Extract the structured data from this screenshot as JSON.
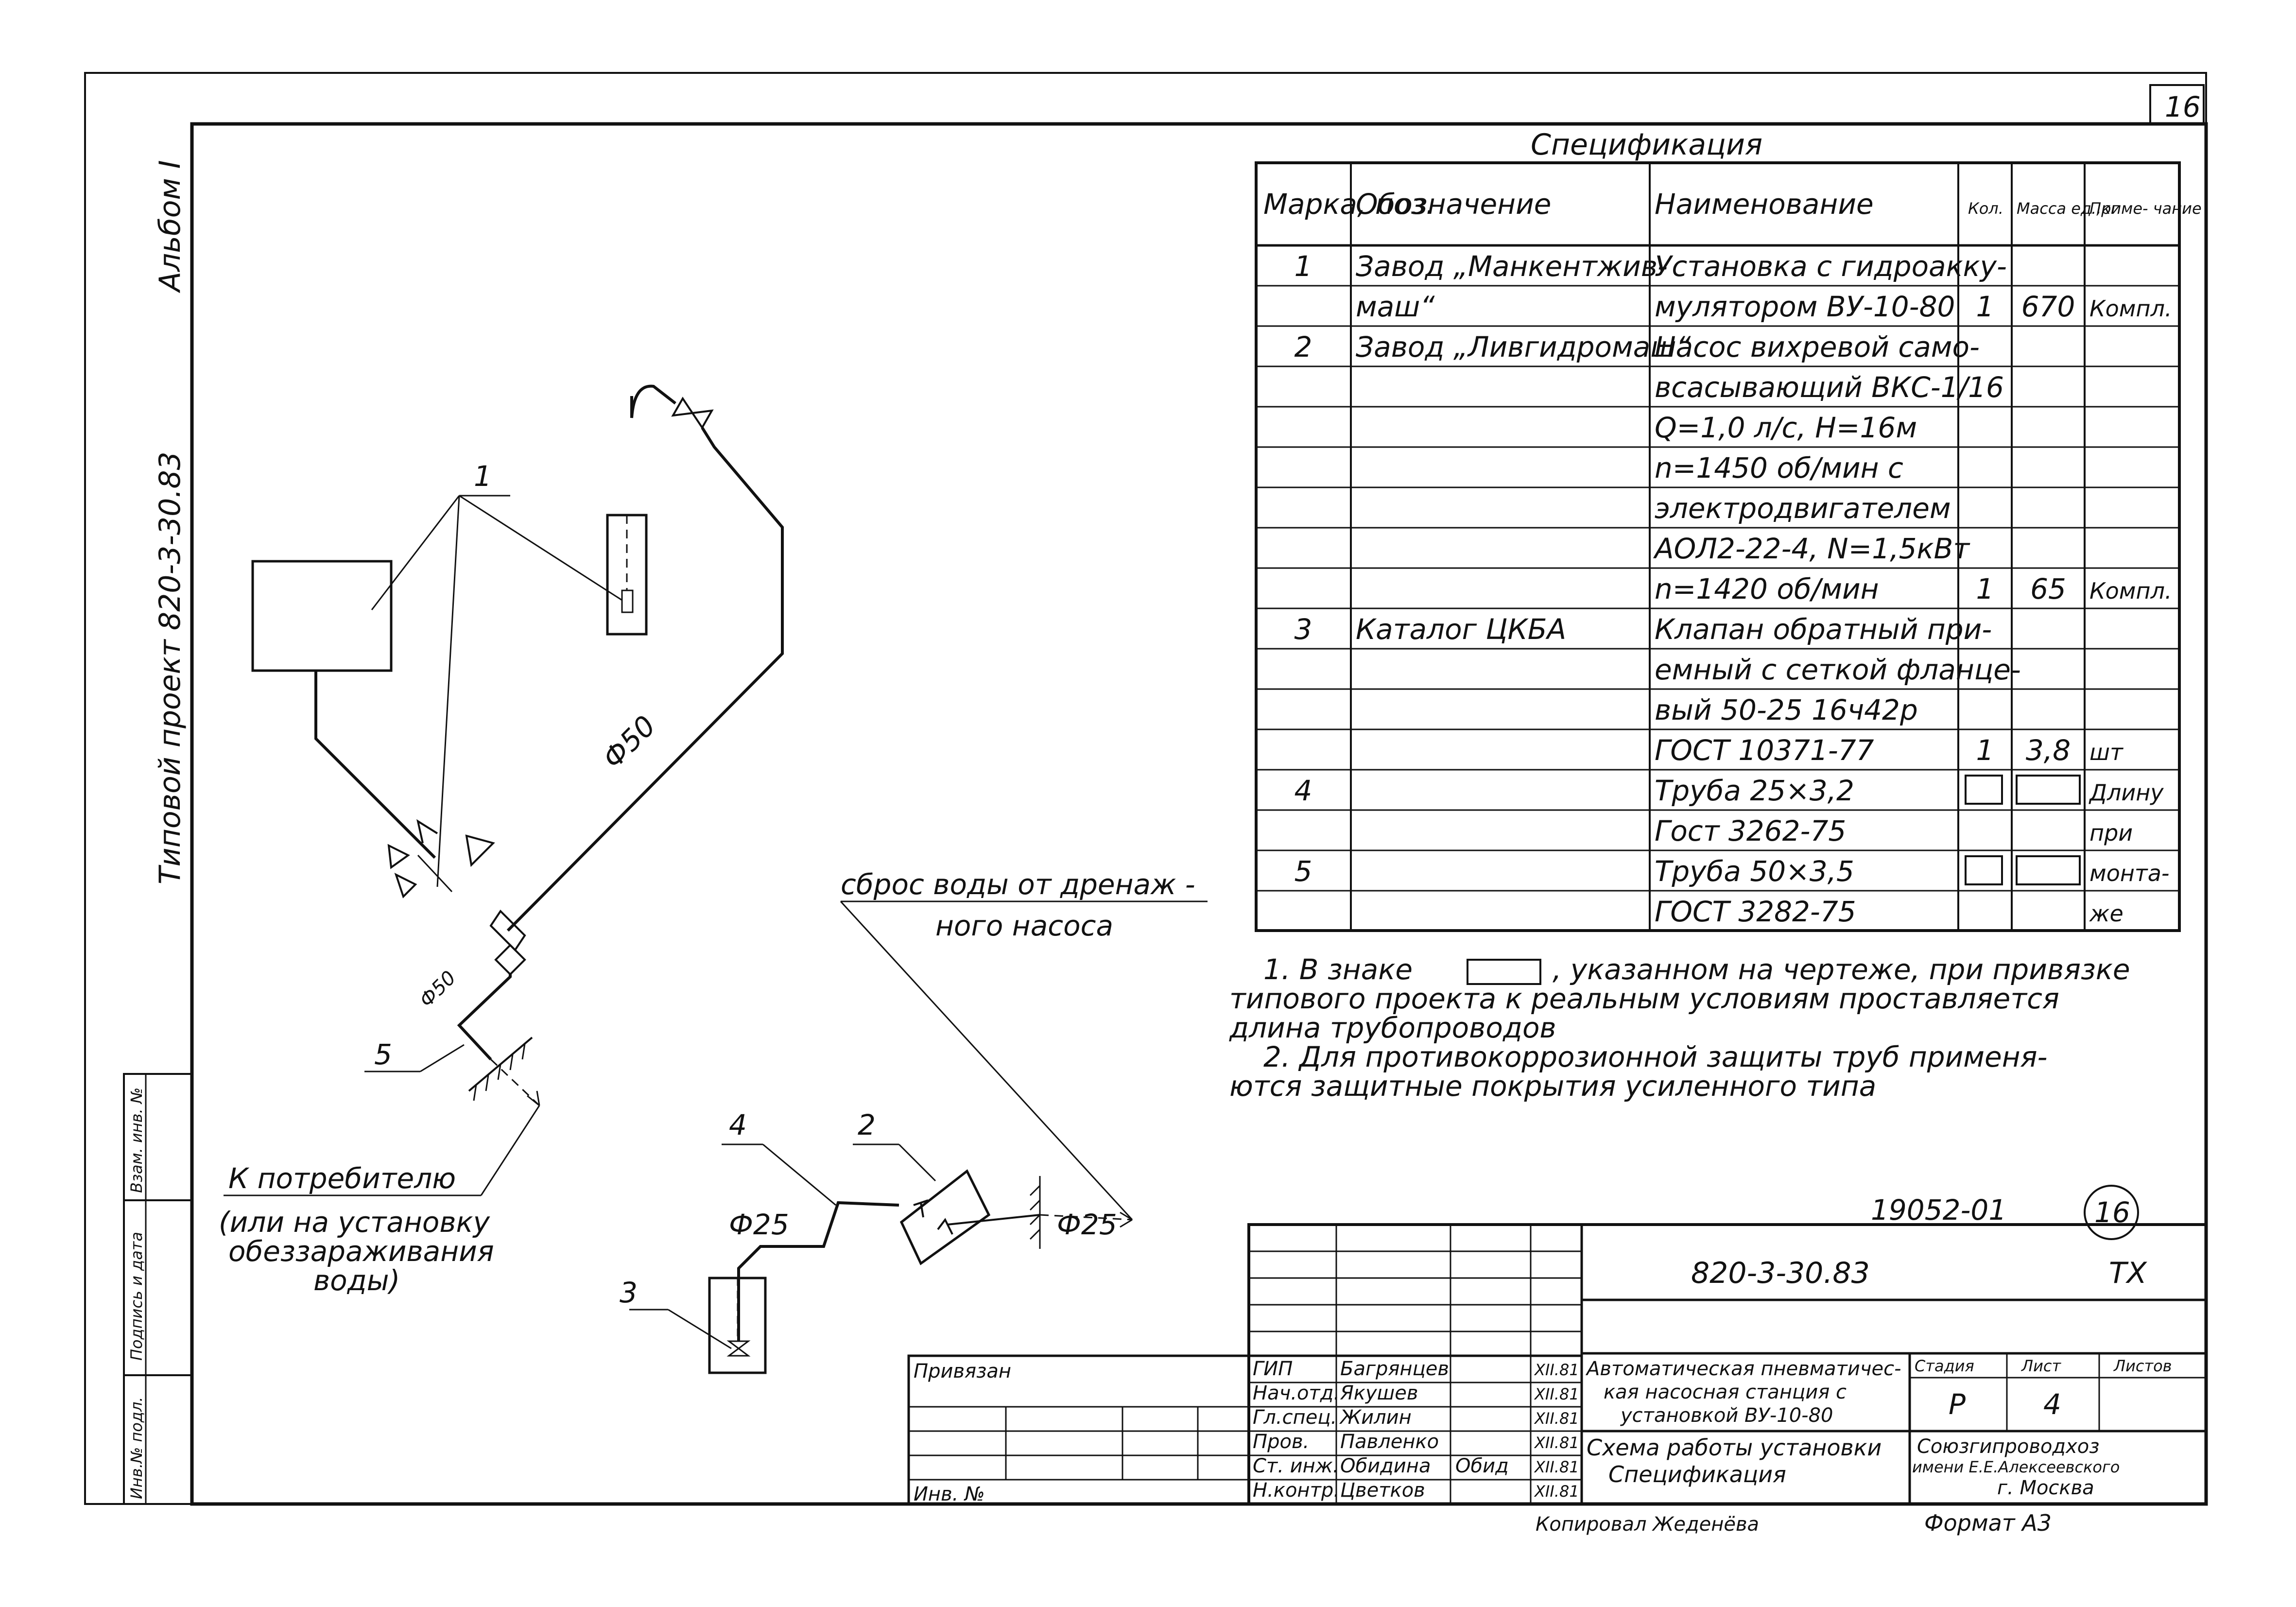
{
  "side": {
    "album": "Альбом I",
    "project_label": "Типовой проект 820-3-30.83",
    "stamp_1": "Инв.№ подл.",
    "stamp_2": "Подпись и дата",
    "stamp_3": "Взам. инв. №"
  },
  "sheet_mark": "16",
  "spec": {
    "title": "Спецификация",
    "headers": [
      "Марка, поз.",
      "Обозначение",
      "Наименование",
      "Кол.",
      "Масса ед.,кг",
      "Приме- чание"
    ],
    "rows": [
      [
        "1",
        "Завод „Манкентжив-",
        "Установка с гидроакку-",
        "",
        "",
        ""
      ],
      [
        "",
        "маш“",
        "мулятором ВУ-10-80",
        "1",
        "670",
        "Компл."
      ],
      [
        "2",
        "Завод „Ливгидромаш“",
        "Насос вихревой само-",
        "",
        "",
        ""
      ],
      [
        "",
        "",
        "всасывающий ВКС-1/16",
        "",
        "",
        ""
      ],
      [
        "",
        "",
        "Q=1,0 л/с, Н=16м",
        "",
        "",
        ""
      ],
      [
        "",
        "",
        "n=1450 об/мин с",
        "",
        "",
        ""
      ],
      [
        "",
        "",
        "электродвигателем",
        "",
        "",
        ""
      ],
      [
        "",
        "",
        "АОЛ2-22-4, N=1,5кВт",
        "",
        "",
        ""
      ],
      [
        "",
        "",
        "n=1420 об/мин",
        "1",
        "65",
        "Компл."
      ],
      [
        "3",
        "Каталог ЦКБА",
        "Клапан обратный при-",
        "",
        "",
        ""
      ],
      [
        "",
        "",
        "емный с сеткой фланце-",
        "",
        "",
        ""
      ],
      [
        "",
        "",
        "вый 50-25 16ч42р",
        "",
        "",
        ""
      ],
      [
        "",
        "",
        "ГОСТ 10371-77",
        "1",
        "3,8",
        "шт"
      ],
      [
        "4",
        "",
        "Труба 25×3,2",
        "",
        "",
        "Длину"
      ],
      [
        "",
        "",
        "Гост 3262-75",
        "",
        "",
        "при"
      ],
      [
        "5",
        "",
        "Труба 50×3,5",
        "",
        "",
        "монта-"
      ],
      [
        "",
        "",
        "ГОСТ 3282-75",
        "",
        "",
        "же"
      ]
    ]
  },
  "notes": [
    "1. В знаке",
    ", указанном на чертеже, при привязке",
    "типового проекта к реальным условиям проставляется",
    "длина трубопроводов",
    "2. Для противокоррозионной защиты труб применя-",
    "ются защитные покрытия усиленного типа"
  ],
  "diagram": {
    "callout_1": "1",
    "callout_2": "2",
    "callout_3": "3",
    "callout_4": "4",
    "callout_5": "5",
    "dia_50_a": "Ф50",
    "dia_50_b": "Ф50",
    "dia_25_a": "Ф25",
    "dia_25_b": "Ф25",
    "drain_1": "сброс воды от дренаж -",
    "drain_2": "ного насоса",
    "consumer_1": "К потребителю",
    "consumer_2": "(или на установку",
    "consumer_3": "обеззараживания",
    "consumer_4": "воды)"
  },
  "title_block": {
    "archive_no": "19052-01",
    "circle_no": "16",
    "doc_no": "820-3-30.83",
    "section": "ТХ",
    "privyazan": "Привязан",
    "inv_no": "Инв. №",
    "staff": [
      {
        "role": "ГИП",
        "name": "Багрянцев",
        "sign": "",
        "date": "XII.81"
      },
      {
        "role": "Нач.отд.",
        "name": "Якушев",
        "sign": "",
        "date": "XII.81"
      },
      {
        "role": "Гл.спец.",
        "name": "Жилин",
        "sign": "",
        "date": "XII.81"
      },
      {
        "role": "Пров.",
        "name": "Павленко",
        "sign": "",
        "date": "XII.81"
      },
      {
        "role": "Ст. инж.",
        "name": "Обидина",
        "sign": "Обид",
        "date": "XII.81"
      },
      {
        "role": "Н.контр.",
        "name": "Цветков",
        "sign": "",
        "date": "XII.81"
      }
    ],
    "title_1": "Автоматическая пневматичес-",
    "title_2": "кая насосная станция с",
    "title_3": "установкой ВУ-10-80",
    "sheet_title_1": "Схема работы установки",
    "sheet_title_2": "Спецификация",
    "stage_h": "Стадия",
    "sheet_h": "Лист",
    "sheets_h": "Листов",
    "stage": "Р",
    "sheet": "4",
    "org_1": "Союзгипроводхоз",
    "org_2": "имени Е.Е.Алексеевского",
    "org_3": "г. Москва",
    "copied": "Копировал Жеденёва",
    "format": "Формат А3"
  }
}
